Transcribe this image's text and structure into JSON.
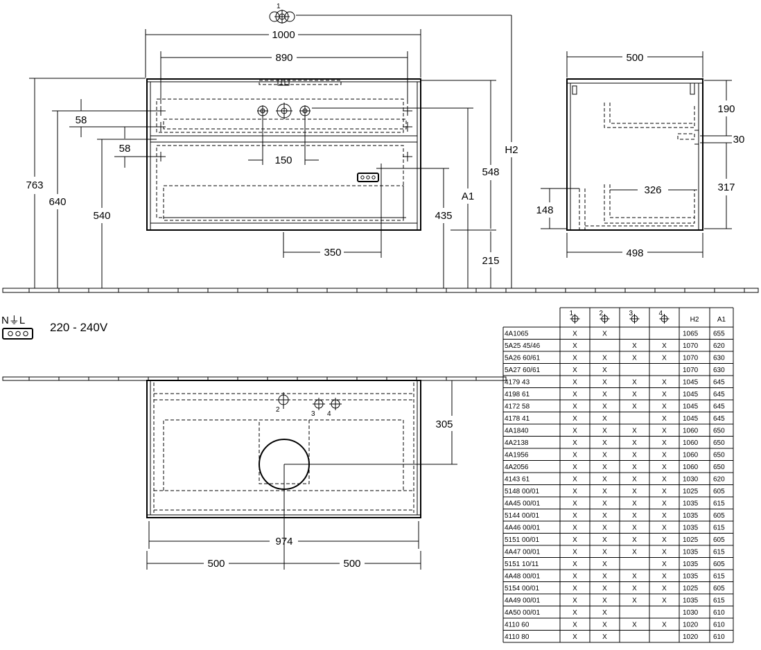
{
  "power": {
    "symbol": "N⏚L",
    "voltage": "220 - 240V"
  },
  "front_view": {
    "dimensions": {
      "overall_width": "1000",
      "inner_width": "890",
      "total_height": "763",
      "height_640": "640",
      "height_540": "540",
      "offset_58_top": "58",
      "offset_58_mid": "58",
      "hole_spacing": "150",
      "socket_height": "435",
      "socket_offset": "350",
      "a1": "A1",
      "h2": "H2",
      "height_548": "548",
      "floor_215": "215"
    },
    "tap_hole_label": "1"
  },
  "side_view": {
    "dimensions": {
      "depth_top": "500",
      "depth_bottom": "498",
      "d190": "190",
      "d30": "30",
      "d317": "317",
      "d326": "326",
      "d148": "148"
    }
  },
  "top_view": {
    "dimensions": {
      "width": "974",
      "left_half": "500",
      "right_half": "500",
      "depth_305": "305"
    },
    "hole_labels": [
      "2",
      "3",
      "4"
    ]
  },
  "table": {
    "headers": [
      "",
      "1",
      "2",
      "3",
      "4",
      "H2",
      "A1"
    ],
    "rows": [
      [
        "4A1065",
        "X",
        "X",
        "",
        "",
        "1065",
        "655"
      ],
      [
        "5A25 45/46",
        "X",
        "",
        "X",
        "X",
        "1070",
        "620"
      ],
      [
        "5A26 60/61",
        "X",
        "X",
        "X",
        "X",
        "1070",
        "630"
      ],
      [
        "5A27 60/61",
        "X",
        "X",
        "",
        "",
        "1070",
        "630"
      ],
      [
        "4179 43",
        "X",
        "X",
        "X",
        "X",
        "1045",
        "645"
      ],
      [
        "4198 61",
        "X",
        "X",
        "X",
        "X",
        "1045",
        "645"
      ],
      [
        "4172 58",
        "X",
        "X",
        "X",
        "X",
        "1045",
        "645"
      ],
      [
        "4178 41",
        "X",
        "X",
        "",
        "X",
        "1045",
        "645"
      ],
      [
        "4A1840",
        "X",
        "X",
        "X",
        "X",
        "1060",
        "650"
      ],
      [
        "4A2138",
        "X",
        "X",
        "X",
        "X",
        "1060",
        "650"
      ],
      [
        "4A1956",
        "X",
        "X",
        "X",
        "X",
        "1060",
        "650"
      ],
      [
        "4A2056",
        "X",
        "X",
        "X",
        "X",
        "1060",
        "650"
      ],
      [
        "4143 61",
        "X",
        "X",
        "X",
        "X",
        "1030",
        "620"
      ],
      [
        "5148 00/01",
        "X",
        "X",
        "X",
        "X",
        "1025",
        "605"
      ],
      [
        "4A45 00/01",
        "X",
        "X",
        "X",
        "X",
        "1035",
        "615"
      ],
      [
        "5144 00/01",
        "X",
        "X",
        "X",
        "X",
        "1035",
        "605"
      ],
      [
        "4A46 00/01",
        "X",
        "X",
        "X",
        "X",
        "1035",
        "615"
      ],
      [
        "5151 00/01",
        "X",
        "X",
        "X",
        "X",
        "1025",
        "605"
      ],
      [
        "4A47 00/01",
        "X",
        "X",
        "X",
        "X",
        "1035",
        "615"
      ],
      [
        "5151 10/11",
        "X",
        "X",
        "",
        "X",
        "1035",
        "605"
      ],
      [
        "4A48 00/01",
        "X",
        "X",
        "X",
        "X",
        "1035",
        "615"
      ],
      [
        "5154 00/01",
        "X",
        "X",
        "X",
        "X",
        "1025",
        "605"
      ],
      [
        "4A49 00/01",
        "X",
        "X",
        "X",
        "X",
        "1035",
        "615"
      ],
      [
        "4A50 00/01",
        "X",
        "X",
        "",
        "",
        "1030",
        "610"
      ],
      [
        "4110 60",
        "X",
        "X",
        "X",
        "X",
        "1020",
        "610"
      ],
      [
        "4110 80",
        "X",
        "X",
        "",
        "",
        "1020",
        "610"
      ]
    ]
  }
}
